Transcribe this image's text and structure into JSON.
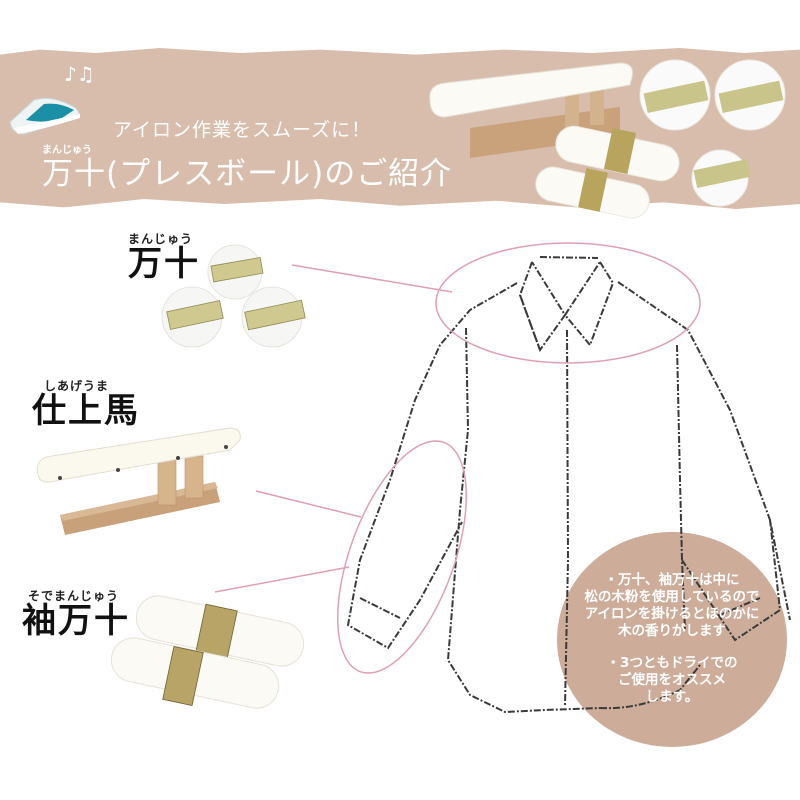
{
  "banner": {
    "subtitle": "アイロン作業をスムーズに！",
    "title_ruby": "まんじゅう",
    "title": "万十(プレスボール)のご紹介",
    "music_notes": "♪♫",
    "colors": {
      "banner_bg": "#d8bdad",
      "text": "#ffffff"
    }
  },
  "products": [
    {
      "ruby": "まんじゅう",
      "name": "万十"
    },
    {
      "ruby": "しあげうま",
      "name": "仕上馬"
    },
    {
      "ruby": "そでまんじゅう",
      "name": "袖万十"
    }
  ],
  "info": {
    "paragraphs": [
      [
        "・万十、袖万十は中に",
        "松の木粉を使用しているので",
        "アイロンを掛けるとほのかに",
        "木の香りがします"
      ],
      [
        "・3つともドライでの",
        "ご使用をオススメ",
        "します。"
      ]
    ],
    "circle_color": "#cdac9a"
  },
  "diagram": {
    "highlight_color": "#e0a0b4",
    "line_color": "#3a3a3a"
  }
}
